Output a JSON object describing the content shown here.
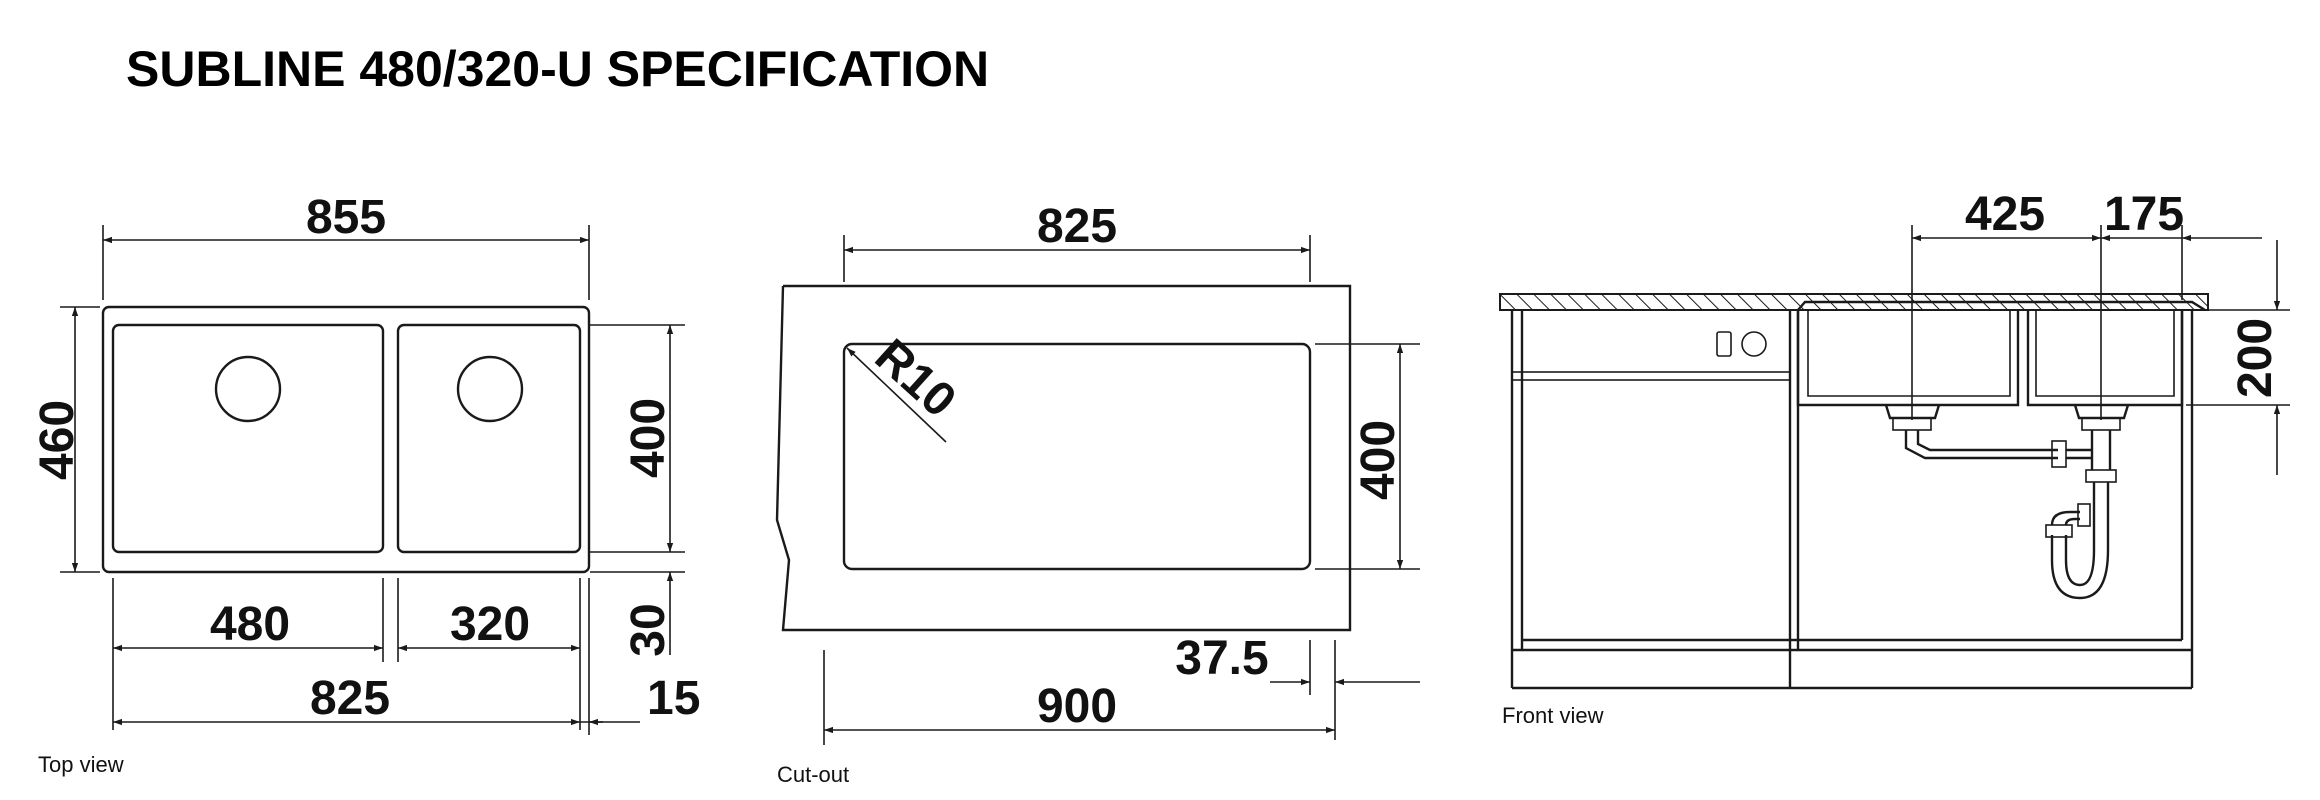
{
  "title": "SUBLINE 480/320-U SPECIFICATION",
  "top_view": {
    "caption": "Top view",
    "dims": {
      "overall_width": "855",
      "overall_depth": "460",
      "bowl_depth": "400",
      "rim_offset": "30",
      "left_bowl": "480",
      "right_bowl": "320",
      "inner_width": "825",
      "edge_offset": "15"
    }
  },
  "cutout": {
    "caption": "Cut-out",
    "dims": {
      "cutout_width": "825",
      "corner_radius": "R10",
      "cutout_depth": "400",
      "edge_offset": "37.5",
      "cabinet_width": "900"
    }
  },
  "front_view": {
    "caption": "Front view",
    "dims": {
      "left_spacing": "425",
      "right_spacing": "175",
      "bowl_height": "200"
    }
  }
}
